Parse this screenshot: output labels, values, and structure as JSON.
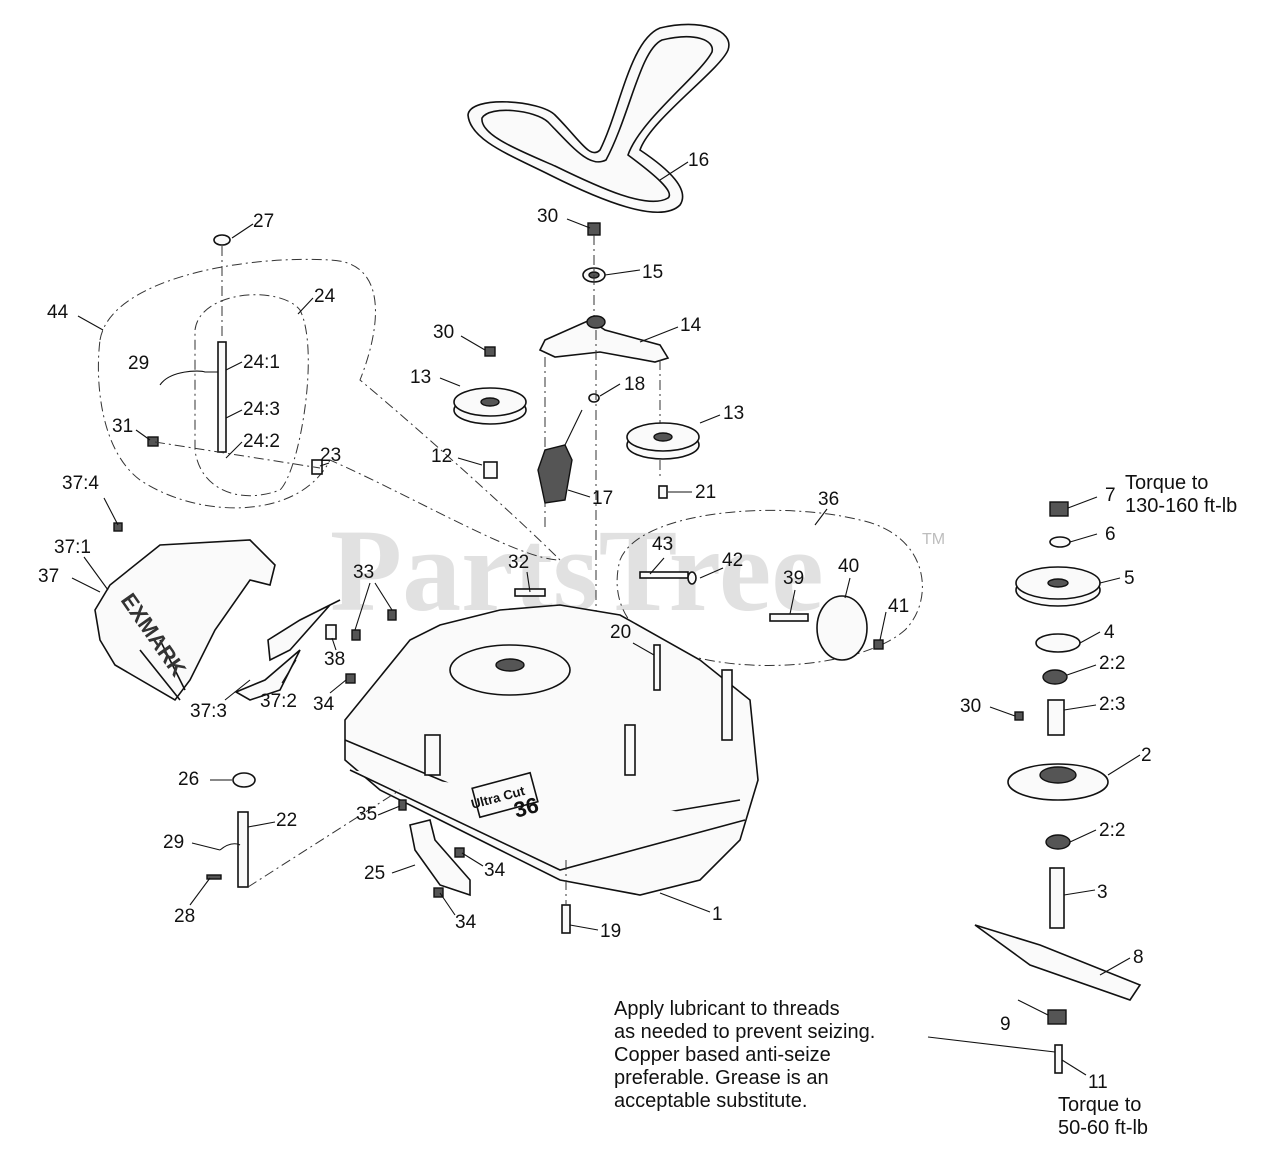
{
  "watermark": {
    "text": "PartsTree",
    "tm": "TM"
  },
  "notes": {
    "torque_top": "Torque to\n130-160 ft-lb",
    "torque_bottom": "Torque to\n50-60 ft-lb",
    "lubricant": "Apply lubricant to threads\nas needed to prevent seizing.\nCopper based anti-seize\npreferable. Grease is an\nacceptable substitute."
  },
  "decal_text": {
    "brand": "Ultra Cut",
    "size": "36"
  },
  "callouts": [
    "16",
    "30",
    "15",
    "14",
    "27",
    "44",
    "24",
    "29",
    "24:1",
    "24:3",
    "24:2",
    "31",
    "23",
    "30",
    "13",
    "18",
    "13",
    "12",
    "17",
    "21",
    "36",
    "37:4",
    "37:1",
    "37",
    "33",
    "32",
    "43",
    "42",
    "39",
    "40",
    "41",
    "38",
    "37:2",
    "34",
    "37:3",
    "20",
    "7",
    "6",
    "5",
    "4",
    "2:2",
    "2:3",
    "30",
    "2",
    "26",
    "22",
    "35",
    "29",
    "34",
    "25",
    "28",
    "34",
    "19",
    "1",
    "2:2",
    "3",
    "8",
    "9",
    "11"
  ]
}
